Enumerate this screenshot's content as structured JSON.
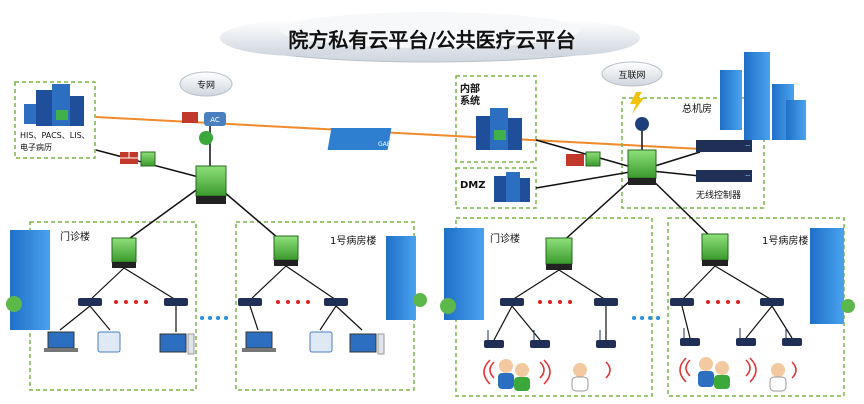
{
  "title": "院方私有云平台/公共医疗云平台",
  "labels": {
    "private_line": "专网",
    "ac": "AC",
    "his": "HIS、PACS、LIS、",
    "emr": "电子病历",
    "gap": "GAP",
    "internal_line1": "内部",
    "internal_line2": "系统",
    "dmz": "DMZ",
    "internet": "互联网",
    "server_room": "总机房",
    "wireless_controller": "无线控制器",
    "outpatient_left": "门诊楼",
    "ward_left": "1号病房楼",
    "outpatient_right": "门诊楼",
    "ward_right": "1号病房楼"
  },
  "colors": {
    "building_blue": "#2a7fd8",
    "switch_green": "#5cc24a",
    "link_orange": "#f08a2a",
    "dashed_box": "#7ab648",
    "dots_red": "#e02020",
    "dots_blue": "#2a90e0"
  }
}
